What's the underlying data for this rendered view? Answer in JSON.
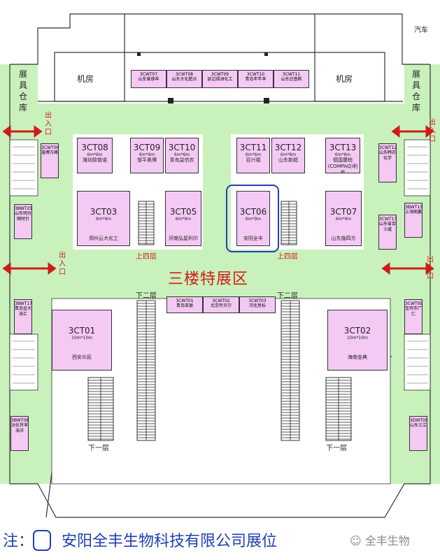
{
  "corner_label": "汽车",
  "zone_title": "三楼特展区",
  "machine_room": "机房",
  "storage": "展具仓库",
  "exit": "出入口",
  "floor_up": "上四层",
  "floor_down2": "下二层",
  "floor_down1": "下一层",
  "legend": {
    "note": "注：",
    "text": "安阳全丰生物科技有限公司展位",
    "watermark": "全丰生物"
  },
  "top_wall_booths": [
    {
      "code": "3CWT07",
      "company": "山东爱德丰"
    },
    {
      "code": "3CWT08",
      "company": "山东大化肥业"
    },
    {
      "code": "3CWT09",
      "company": "延边绿洲化工"
    },
    {
      "code": "3CWT10",
      "company": "青岛年年丰"
    },
    {
      "code": "3CWT11",
      "company": "山东迈普斯"
    }
  ],
  "center_wall_booths": [
    {
      "code": "3CWT01",
      "company": "青岛亚瑟"
    },
    {
      "code": "3CWT02",
      "company": "北京乔贝尔"
    },
    {
      "code": "3CWT03",
      "company": "河北思标"
    }
  ],
  "side_booths": [
    {
      "code": "3CWT06",
      "company": "淄博万峰"
    },
    {
      "code": "3BWT25",
      "company": "山东明台顺时针"
    },
    {
      "code": "3BWT17",
      "company": "青岛金大海汇"
    },
    {
      "code": "3BWT08",
      "company": "沾化世丰海洋"
    },
    {
      "code": "3CWT12",
      "company": "山东韩农化学"
    },
    {
      "code": "3BWT13",
      "company": "上海朗赢"
    },
    {
      "code": "3CWT13",
      "company": "山东省百士威"
    },
    {
      "code": "3CWT09",
      "company": "宝鸡市广仁"
    },
    {
      "code": "3DWT08",
      "company": "山东三立"
    }
  ],
  "booths": [
    {
      "code": "3CT08",
      "size": "6m*6m",
      "company": "潍坊欧普诺"
    },
    {
      "code": "3CT09",
      "size": "6m*6m",
      "company": "邹平奥博"
    },
    {
      "code": "3CT10",
      "size": "6m*6m",
      "company": "青岛益信农"
    },
    {
      "code": "3CT11",
      "size": "6m*6m",
      "company": "百兴福"
    },
    {
      "code": "3CT12",
      "size": "6m*6m",
      "company": "山东新超"
    },
    {
      "code": "3CT13",
      "size": "6m*6m",
      "company": "德国康柏(COMPAQ)利农"
    },
    {
      "code": "3CT03",
      "size": "9m*9m",
      "company": "郑州云大化工"
    },
    {
      "code": "3CT05",
      "size": "6m*9m",
      "company": "河南弘星利尔"
    },
    {
      "code": "3CT06",
      "size": "6m*9m",
      "company": "安阳全丰"
    },
    {
      "code": "3CT07",
      "size": "6m*9m",
      "company": "山东施四方"
    },
    {
      "code": "3CT01",
      "size": "10m*10m",
      "company": "西安众民"
    },
    {
      "code": "3CT02",
      "size": "10m*10m",
      "company": "海南金典"
    }
  ],
  "colors": {
    "booth": "#f4c9f4",
    "green_zone": "#c9f1bc",
    "accent_red": "#d21a1a",
    "highlight_blue": "#1f3fb3"
  }
}
